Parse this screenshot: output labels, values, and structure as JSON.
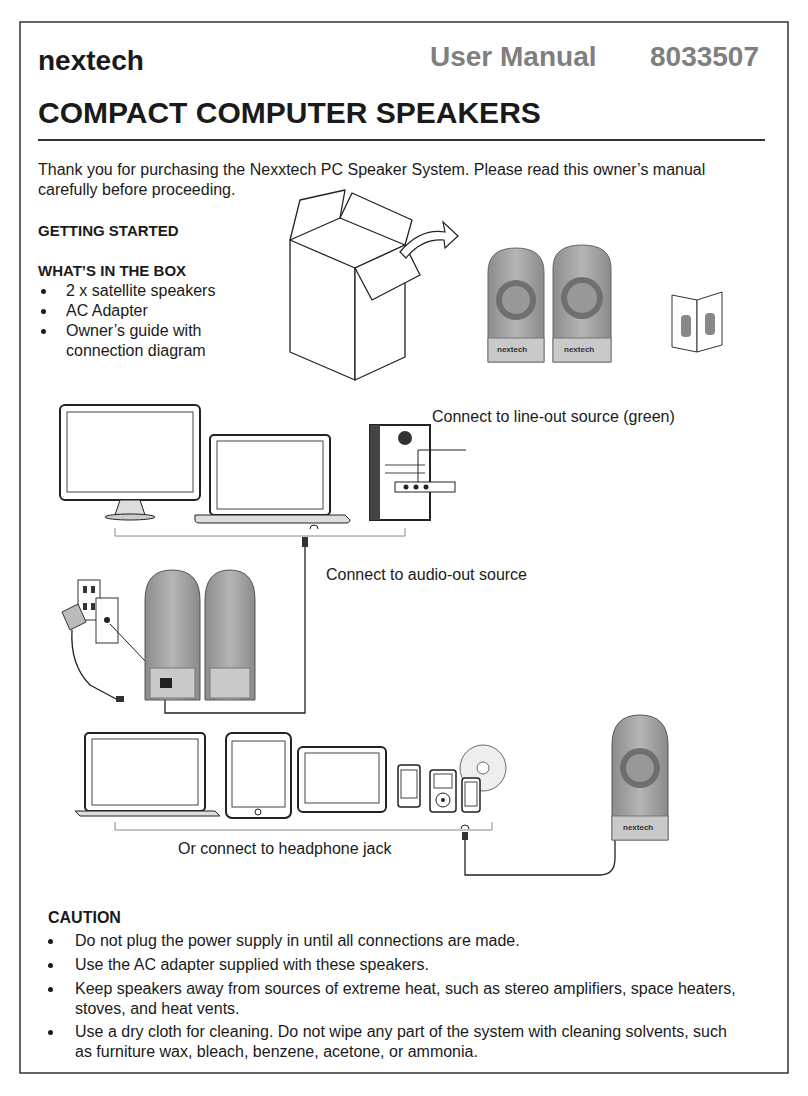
{
  "diagram": {
    "title": "COMPACT COMPUTER SPEAKERS",
    "labels": [
      "nextech",
      "User Manual",
      "8033507",
      "Thank you for purchasing the Nexxtech PC Speaker System. Please read this owner’s manual carefully before proceeding.",
      "GETTING STARTED",
      "WHAT’S IN THE BOX",
      "2 x satellite speakers",
      "AC Adapter",
      "Owner’s guide with connection diagram",
      "nextech",
      "nextech",
      "Connect to line-out source (green)",
      "Connect to audio-out source",
      "Or connect to headphone jack",
      "nextech",
      "CAUTION",
      "Do not plug the power supply in until all connections are made.",
      "Use the AC adapter supplied with these speakers.",
      "Keep speakers away from sources of extreme heat, such as stereo amplifiers, space heaters, stoves, and heat vents.",
      "Use a dry cloth for cleaning. Do not wipe any part of the system with cleaning solvents, such as furniture wax, bleach, benzene, acetone, or ammonia."
    ]
  }
}
